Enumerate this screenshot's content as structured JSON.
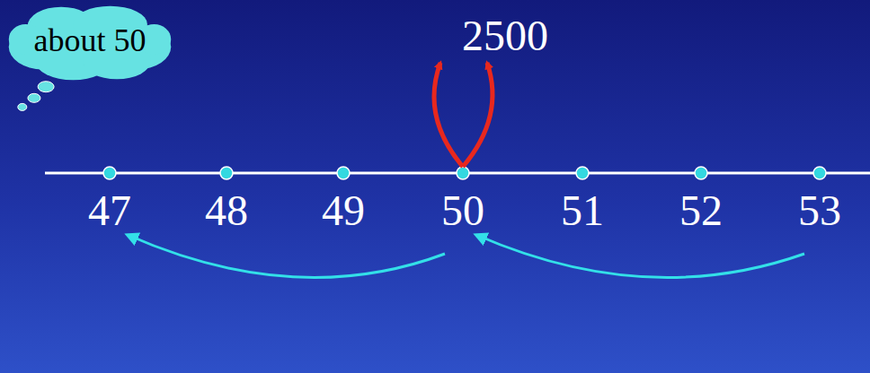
{
  "diagram": {
    "nodes": [
      {
        "text": [
          "about 50"
        ]
      }
    ],
    "labels": [
      "2500",
      "47",
      "48",
      "49",
      "50",
      "51",
      "52",
      "53"
    ]
  }
}
